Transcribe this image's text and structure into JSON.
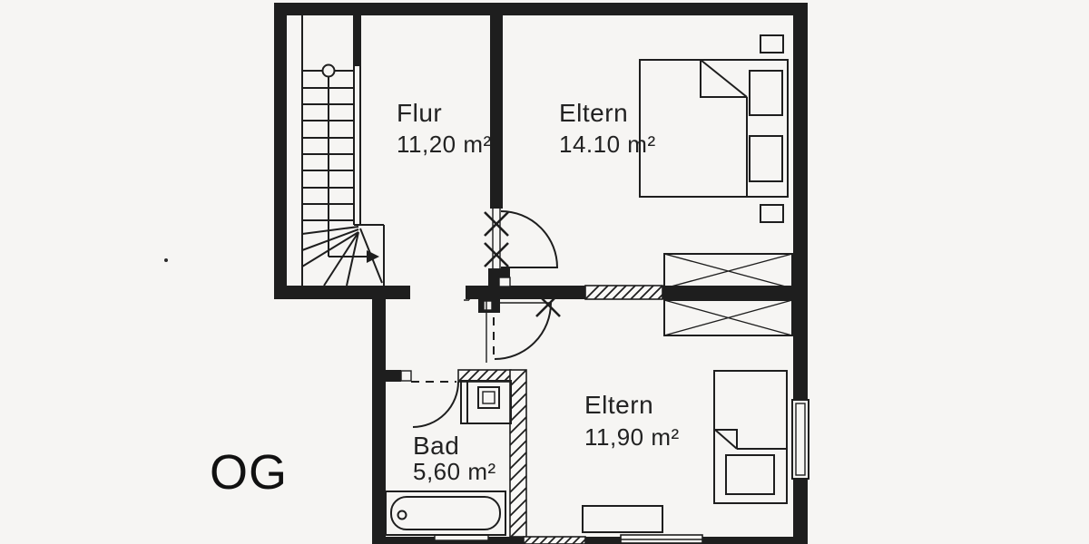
{
  "floor_label": "OG",
  "rooms": [
    {
      "name": "Flur",
      "area": "11,20 m²"
    },
    {
      "name": "Eltern",
      "area": "14.10 m²"
    },
    {
      "name": "Eltern",
      "area": "11,90 m²"
    },
    {
      "name": "Bad",
      "area": "5,60 m²"
    }
  ],
  "colors": {
    "ink": "#1e1e1e",
    "background": "#f6f5f3"
  }
}
